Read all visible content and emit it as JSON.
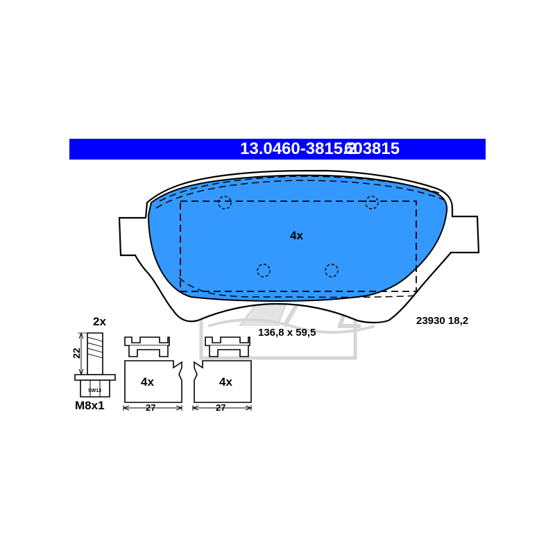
{
  "header": {
    "part_number": "13.0460-3815.2",
    "reference_number": "603815",
    "background_color": "#0000ff",
    "text_color": "#ffffff"
  },
  "brake_pad": {
    "quantity": "4x",
    "dimensions": "136,8 x 59,5",
    "wva_and_thickness": "23930 18,2",
    "friction_color": "#3399ff"
  },
  "bolt": {
    "quantity": "2x",
    "length": "22",
    "wrench_size": "SW13",
    "thread": "M8x1"
  },
  "clip_left": {
    "quantity": "4x",
    "width": "27"
  },
  "clip_right": {
    "quantity": "4x",
    "width": "27"
  },
  "watermark": {
    "brand": "Ate",
    "color": "#d0d0d0"
  }
}
